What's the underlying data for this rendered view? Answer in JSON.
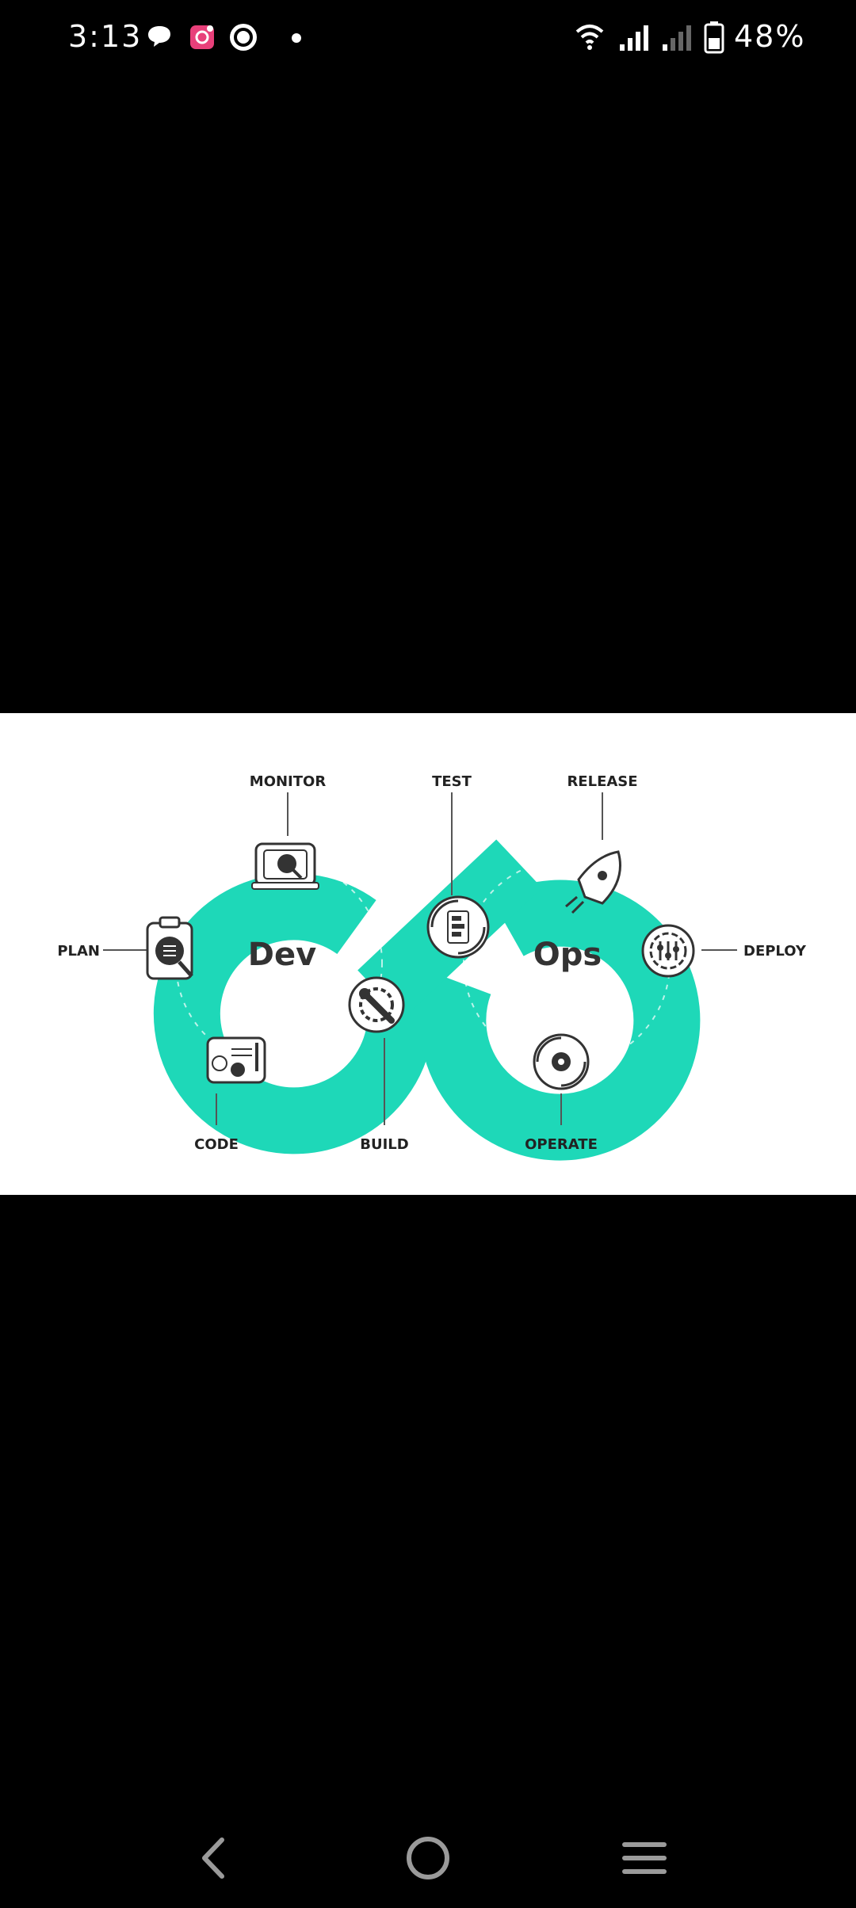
{
  "status_bar": {
    "time": "3:13",
    "battery": "48%",
    "icons": [
      "chat-bubble-icon",
      "camera-app-icon",
      "circle-app-icon",
      "dot-icon",
      "wifi-icon",
      "signal-icon",
      "signal-weak-icon",
      "battery-icon"
    ]
  },
  "diagram": {
    "left_word": "Dev",
    "right_word": "Ops",
    "stages": {
      "plan": "PLAN",
      "code": "CODE",
      "build": "BUILD",
      "test": "TEST",
      "release": "RELEASE",
      "deploy": "DEPLOY",
      "operate": "OPERATE",
      "monitor": "MONITOR"
    },
    "colors": {
      "loop": "#1ed8b8",
      "icon_dark": "#333333"
    }
  },
  "nav_bar": {
    "buttons": [
      "back-icon",
      "home-icon",
      "recents-icon"
    ]
  }
}
